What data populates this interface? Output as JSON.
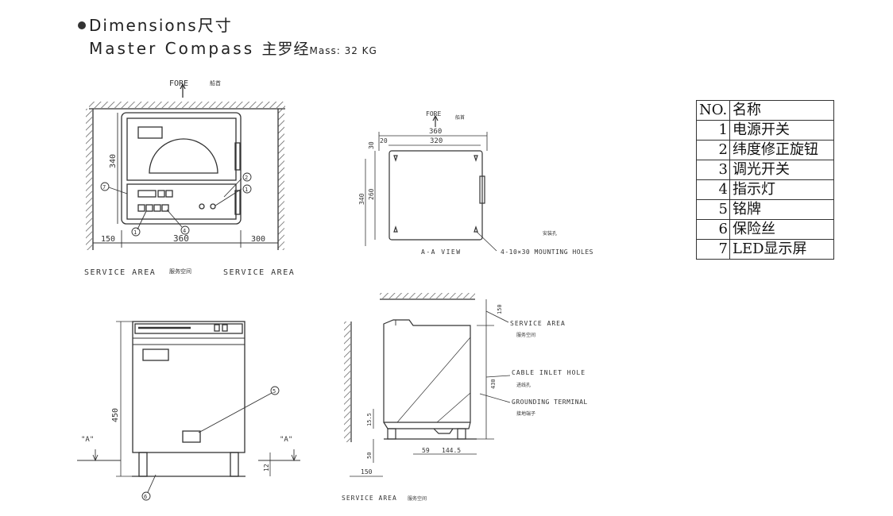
{
  "header": {
    "dimensions_en": "Dimensions",
    "dimensions_cn": "尺寸",
    "product_en": "Master Compass",
    "product_cn": "主罗经",
    "mass": "Mass: 32 KG"
  },
  "front_view": {
    "fore": "FORE",
    "fore_cn": "船首",
    "dim_height": "340",
    "dim_left": "150",
    "dim_width": "360",
    "dim_right": "300",
    "service_left": "SERVICE AREA",
    "service_cn": "服务空间",
    "service_right": "SERVICE AREA",
    "callouts": [
      "7",
      "2",
      "1",
      "1",
      "4"
    ]
  },
  "top_view": {
    "fore": "FORE",
    "fore_cn": "船首",
    "dim_360": "360",
    "dim_320": "320",
    "dim_20": "20",
    "dim_30": "30",
    "dim_340": "340",
    "dim_260": "260",
    "view_label": "A-A VIEW",
    "holes_cn": "安装孔",
    "holes": "4-10×30 MOUNTING HOLES"
  },
  "bottom_front": {
    "dim_450": "450",
    "dim_12": "12",
    "a_left": "\"A\"",
    "a_right": "\"A\"",
    "callouts": [
      "5",
      "6"
    ]
  },
  "side_view": {
    "dim_150_top": "150",
    "dim_430": "430",
    "dim_155": "15.5",
    "dim_50": "50",
    "dim_59": "59",
    "dim_1445": "144.5",
    "dim_150_bottom": "150",
    "service_top": "SERVICE AREA",
    "service_top_cn": "服务空间",
    "cable": "CABLE INLET HOLE",
    "cable_cn": "进线孔",
    "grounding": "GROUNDING TERMINAL",
    "grounding_cn": "接地端子",
    "service_bottom": "SERVICE AREA",
    "service_bottom_cn": "服务空间"
  },
  "parts_table": {
    "header_no": "NO.",
    "header_name": "名称",
    "rows": [
      {
        "no": "1",
        "name": "电源开关"
      },
      {
        "no": "2",
        "name": "纬度修正旋钮"
      },
      {
        "no": "3",
        "name": "调光开关"
      },
      {
        "no": "4",
        "name": "指示灯"
      },
      {
        "no": "5",
        "name": "铭牌"
      },
      {
        "no": "6",
        "name": "保险丝"
      },
      {
        "no": "7",
        "name": "LED显示屏"
      }
    ]
  }
}
